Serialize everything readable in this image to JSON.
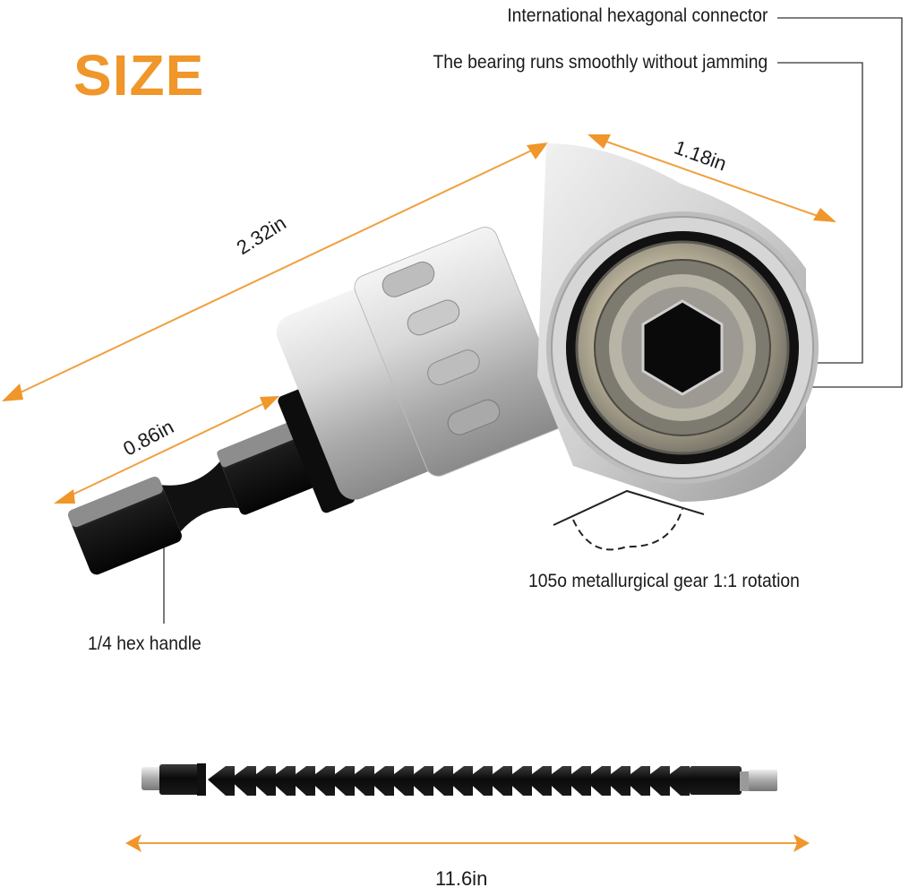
{
  "title": "SIZE",
  "colors": {
    "accent": "#f0962a",
    "text": "#1a1a1a",
    "callout_line": "#333333",
    "metal": "#c8c8c8",
    "black_part": "#111111"
  },
  "callouts": {
    "hex_connector": "International hexagonal connector",
    "bearing": "The bearing runs smoothly without jamming",
    "gear": "105o metallurgical gear 1:1 rotation",
    "hex_handle": "1/4 hex handle"
  },
  "dimensions": {
    "overall_length": "2.32in",
    "head_width": "1.18in",
    "shank_length": "0.86in",
    "flex_shaft_length": "11.6in"
  },
  "icons": {
    "dimension_arrow": "double-headed-arrow-icon",
    "angle_arc": "dashed-arc-icon"
  }
}
